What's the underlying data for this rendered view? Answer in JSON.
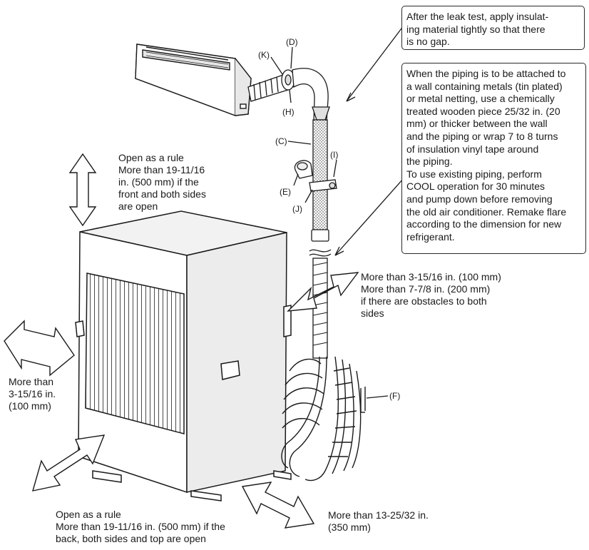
{
  "notes": {
    "leak_test": [
      "After the leak test, apply insulat-",
      "ing material tightly so that there",
      "is no gap."
    ],
    "piping_wall": [
      "When the piping is to be attached to",
      "a wall containing metals (tin plated)",
      "or metal netting, use a chemically",
      "treated wooden piece 25/32 in. (20",
      "mm) or thicker between the wall",
      "and the piping or wrap 7 to 8 turns",
      "of insulation vinyl tape around",
      "the piping.",
      "To use existing piping, perform",
      "COOL operation for 30 minutes",
      "and pump down before removing",
      "the old air conditioner. Remake flare",
      "according to the dimension for new",
      "refrigerant."
    ],
    "top_clearance": [
      "Open as a rule",
      "More than 19-11/16",
      "in.  (500 mm) if the",
      "front and both sides",
      "are open"
    ],
    "right_clearance": [
      "More than 3-15/16 in. (100 mm)",
      "More than 7-7/8 in. (200 mm)",
      "if there are obstacles to both",
      "sides"
    ],
    "left_clearance": [
      "More than",
      "3-15/16 in.",
      "(100 mm)"
    ],
    "back_clearance": [
      "Open as a rule",
      "More than 19-11/16 in. (500 mm) if the",
      "back, both sides and top are open"
    ],
    "front_clearance": [
      "More than 13-25/32 in.",
      "(350 mm)"
    ]
  },
  "callouts": {
    "K": "(K)",
    "D": "(D)",
    "H": "(H)",
    "C": "(C)",
    "I": "(I)",
    "E": "(E)",
    "J": "(J)",
    "F": "(F)"
  },
  "colors": {
    "line": "#1a1a1a",
    "arrow_fill": "#ffffff",
    "unit_face": "#ffffff",
    "unit_top": "#f2f2f2",
    "unit_side": "#ececec"
  }
}
